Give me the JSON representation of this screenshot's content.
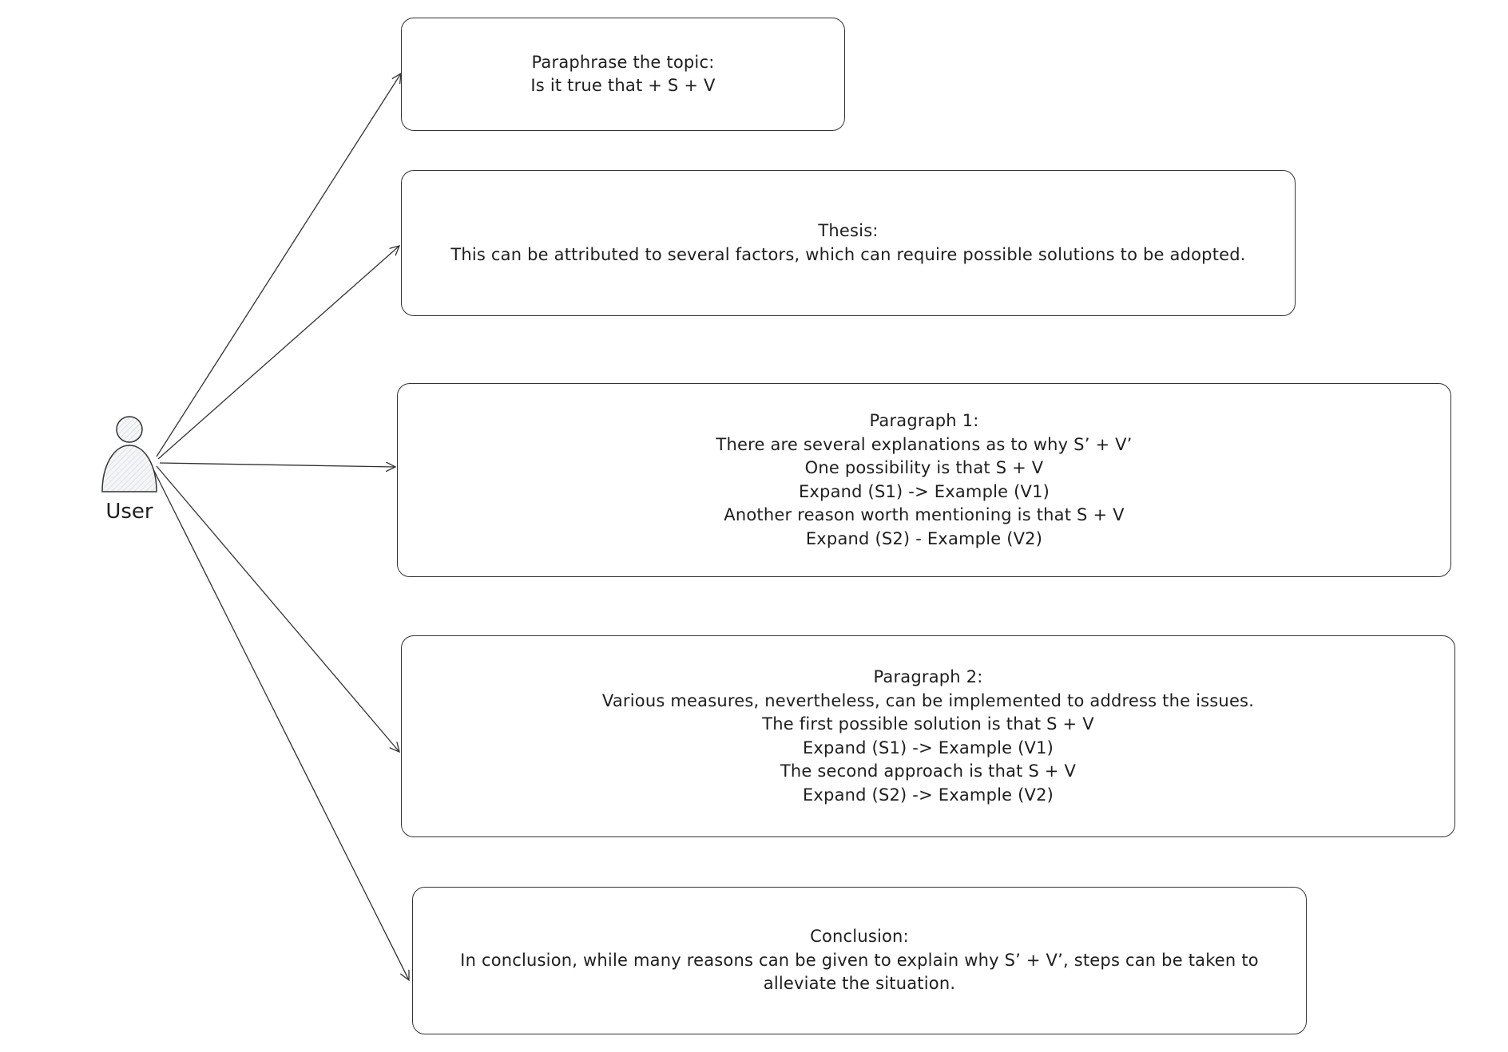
{
  "actor": {
    "label": "User",
    "icon": "user-icon"
  },
  "boxes": {
    "topic": {
      "lines": [
        "Paraphrase the topic:",
        "Is it true that + S + V"
      ]
    },
    "thesis": {
      "lines": [
        "Thesis:",
        "This can be attributed to several factors, which can require possible solutions to be adopted."
      ]
    },
    "paragraph1": {
      "lines": [
        "Paragraph 1:",
        "There are several explanations as to why S’ + V’",
        "One possibility is that S + V",
        "Expand (S1) -> Example (V1)",
        "Another reason worth mentioning is that S + V",
        "Expand (S2) - Example (V2)"
      ]
    },
    "paragraph2": {
      "lines": [
        "Paragraph 2:",
        "Various measures, nevertheless, can be implemented to address the issues.",
        "The first possible solution is that S + V",
        "Expand (S1) -> Example (V1)",
        "The second approach is that S + V",
        "Expand (S2) -> Example (V2)"
      ]
    },
    "conclusion": {
      "lines": [
        "Conclusion:",
        "In conclusion, while many reasons can be given to explain why S’ + V’, steps can be taken to",
        "alleviate the situation."
      ]
    }
  },
  "colors": {
    "stroke": "#333333",
    "actor_fill": "#e9ecef",
    "text": "#1e1e1e"
  }
}
